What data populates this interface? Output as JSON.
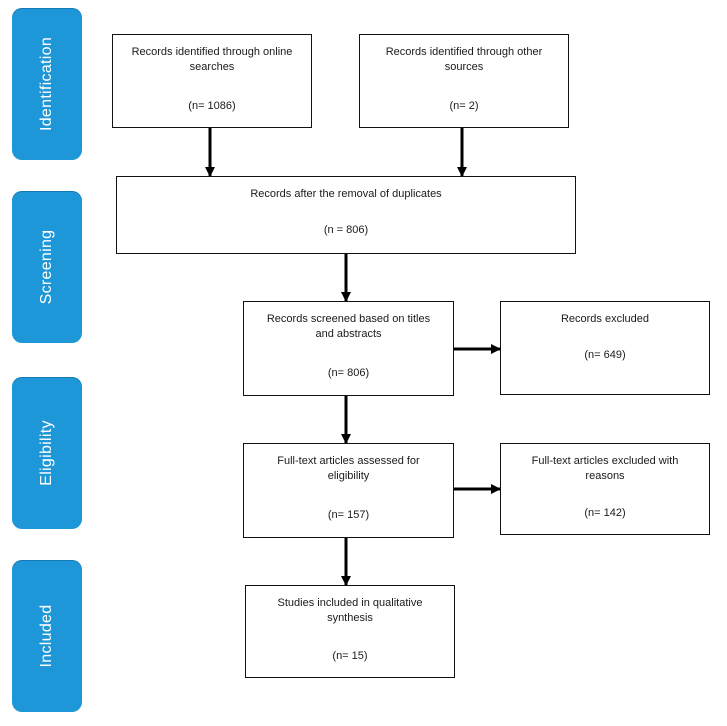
{
  "stages": [
    {
      "label": "Identification"
    },
    {
      "label": "Screening"
    },
    {
      "label": "Eligibility"
    },
    {
      "label": "Included"
    }
  ],
  "boxes": {
    "online": {
      "text": "Records identified through online searches",
      "count": "(n= 1086)"
    },
    "other": {
      "text": "Records identified through other sources",
      "count": "(n= 2)"
    },
    "dedup": {
      "text": "Records after the removal of duplicates",
      "count": "(n = 806)"
    },
    "screened": {
      "text": "Records screened based on titles and abstracts",
      "count": "(n= 806)"
    },
    "excluded": {
      "text": "Records excluded",
      "count": "(n= 649)"
    },
    "fulltext": {
      "text": "Full-text articles assessed for eligibility",
      "count": "(n= 157)"
    },
    "ft_excluded": {
      "text": "Full-text articles excluded with reasons",
      "count": "(n= 142)"
    },
    "included": {
      "text": "Studies included in qualitative synthesis",
      "count": "(n= 15)"
    }
  }
}
